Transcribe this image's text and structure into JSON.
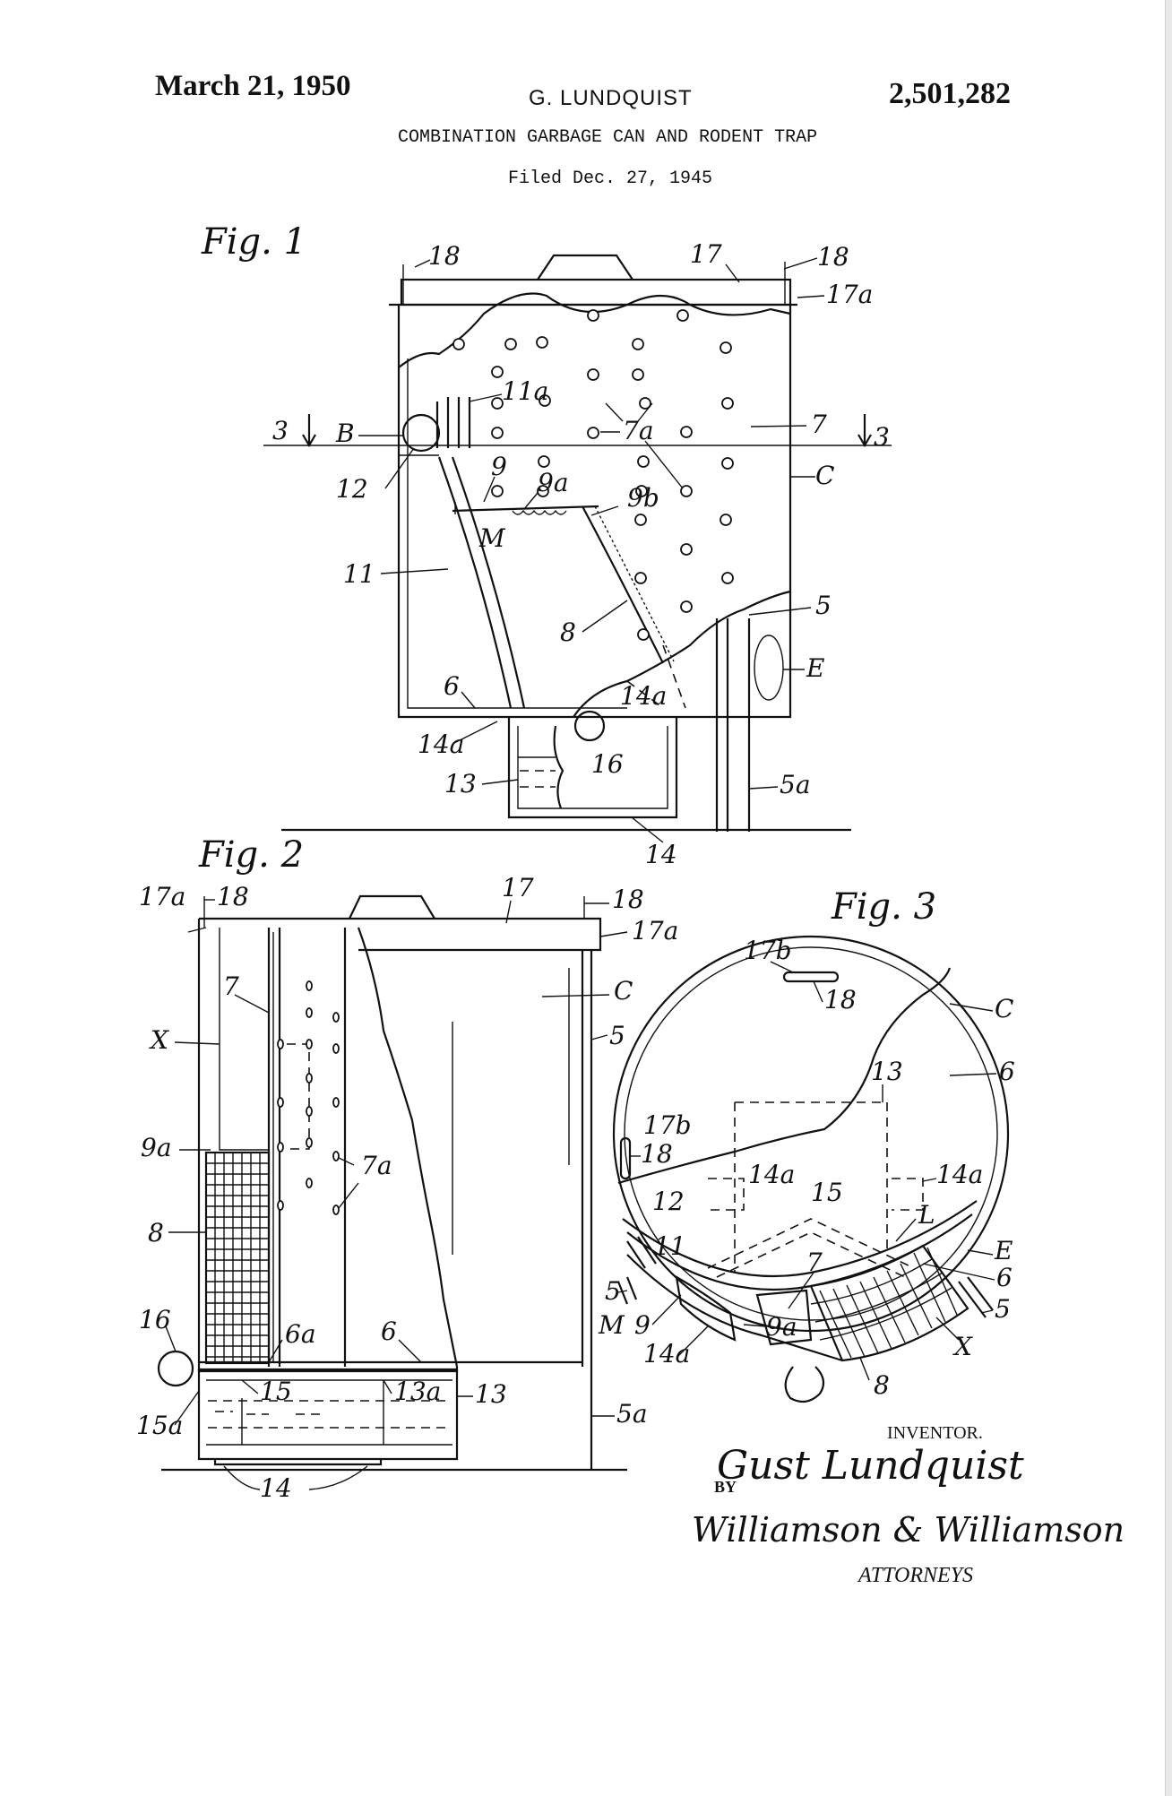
{
  "header": {
    "date": "March 21, 1950",
    "inventor": "G. LUNDQUIST",
    "patent_number": "2,501,282",
    "title": "COMBINATION GARBAGE CAN AND RODENT TRAP",
    "filed": "Filed Dec. 27, 1945"
  },
  "figures": [
    {
      "label": "Fig. 1",
      "refs": [
        "18",
        "17",
        "18",
        "17a",
        "11a",
        "3",
        "B",
        "7a",
        "7",
        "3",
        "9",
        "9a",
        "9b",
        "12",
        "C",
        "M",
        "11",
        "5",
        "8",
        "E",
        "6",
        "14a",
        "14a",
        "16",
        "13",
        "5a",
        "14"
      ]
    },
    {
      "label": "Fig. 2",
      "refs": [
        "17a",
        "18",
        "17",
        "18",
        "17a",
        "7",
        "C",
        "5",
        "X",
        "9a",
        "7a",
        "8",
        "16",
        "6a",
        "6",
        "15",
        "13a",
        "13",
        "15a",
        "5a",
        "14"
      ]
    },
    {
      "label": "Fig. 3",
      "refs": [
        "17b",
        "18",
        "C",
        "6",
        "13",
        "17b",
        "18",
        "14a",
        "14a",
        "15",
        "12",
        "L",
        "11",
        "E",
        "6",
        "7",
        "5",
        "5",
        "M",
        "9",
        "9a",
        "X",
        "14a",
        "8"
      ]
    }
  ],
  "signature_block": {
    "inventor_label": "INVENTOR.",
    "inventor_name": "Gust Lundquist",
    "by": "BY",
    "attorneys_name": "Williamson & Williamson",
    "attorneys_label": "ATTORNEYS"
  }
}
